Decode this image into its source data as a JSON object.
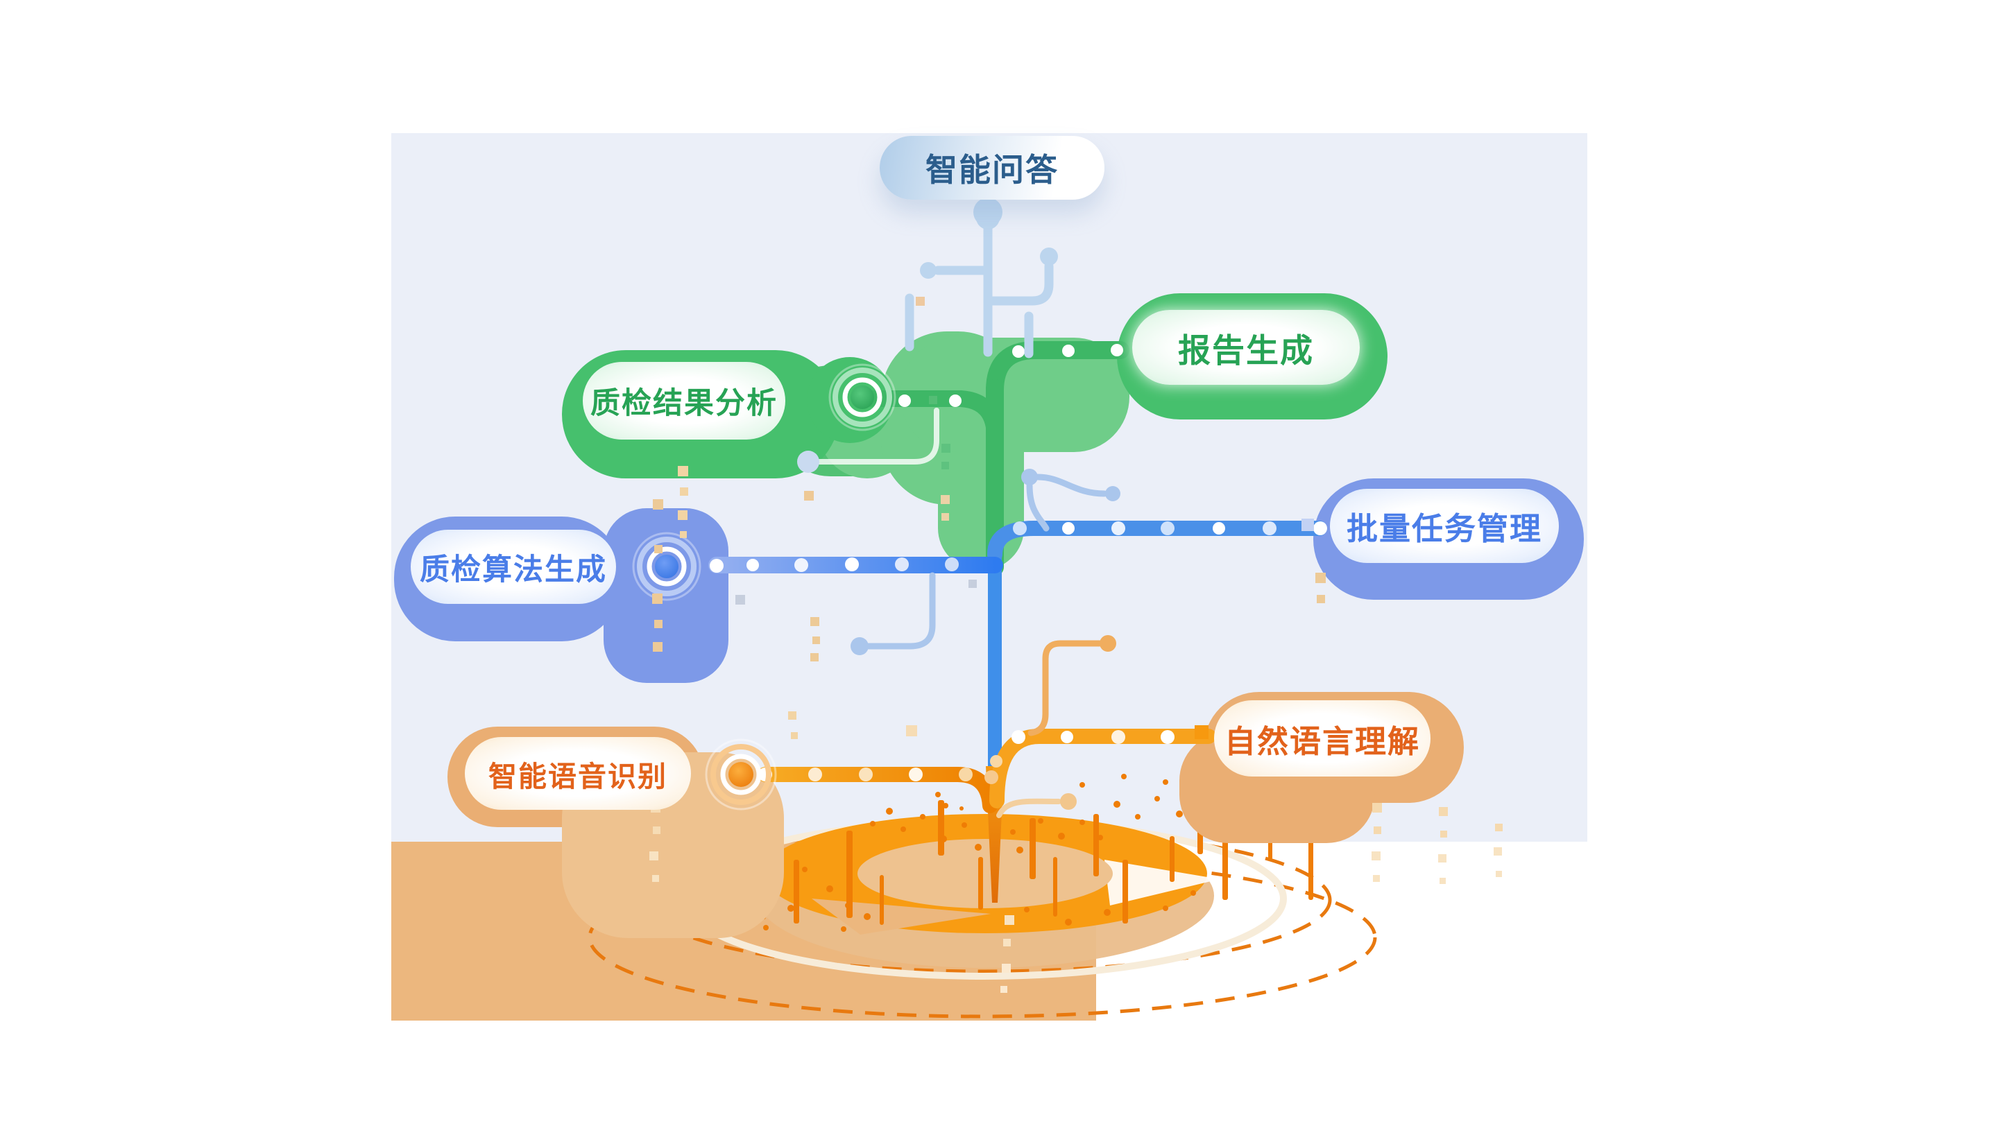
{
  "diagram": {
    "nodes": {
      "qa": {
        "label": "智能问答",
        "color": "#2b5d8c"
      },
      "report": {
        "label": "报告生成",
        "color": "#27a355"
      },
      "analysis": {
        "label": "质检结果分析",
        "color": "#27a355"
      },
      "batch": {
        "label": "批量任务管理",
        "color": "#4a7de8"
      },
      "algorithm": {
        "label": "质检算法生成",
        "color": "#4a7de8"
      },
      "nlu": {
        "label": "自然语言理解",
        "color": "#e2621b"
      },
      "asr": {
        "label": "智能语音识别",
        "color": "#e2621b"
      }
    },
    "palette": {
      "panel_background": "#ebeff8",
      "ground_background": "#ecb77e",
      "green_pill": "#46c06d",
      "green_branch": "#3eb766",
      "green_leaf": "#6fcd89",
      "blue_pill": "#7d99e8",
      "blue_branch": "#4a90e8",
      "blue_trunk": "#3f8fea",
      "orange_pill": "#eaae73",
      "orange_branch": "#f7a21d",
      "orange_deep": "#ef7d05",
      "circuit_blue": "#bcd5ee",
      "dashed_ring": "#e8790f",
      "donut": "#f89c12"
    }
  }
}
